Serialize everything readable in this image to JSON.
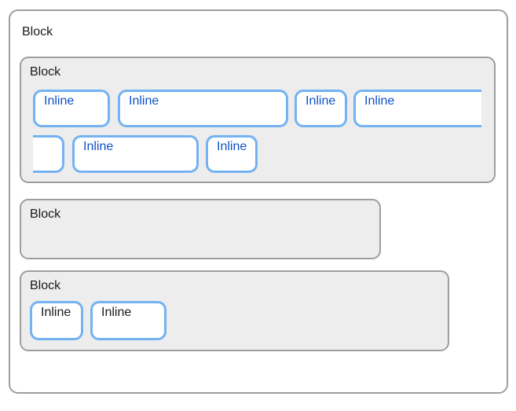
{
  "colors": {
    "outer_border": "#9e9e9e",
    "outer_fill": "#ffffff",
    "block_border": "#9e9e9e",
    "block_fill": "#ededed",
    "inline_border": "#74b2f2",
    "inline_fill": "#ffffff",
    "inline_text_blue": "#0f52c8",
    "label_text": "#1a1a1a"
  },
  "diagram": {
    "outer": {
      "label": "Block"
    },
    "block1": {
      "label": "Block",
      "row1": [
        {
          "label": "Inline"
        },
        {
          "label": "Inline"
        },
        {
          "label": "Inline"
        },
        {
          "label": "Inline",
          "cut": "right"
        }
      ],
      "row2": [
        {
          "label": "",
          "cut": "left"
        },
        {
          "label": "Inline"
        },
        {
          "label": "Inline"
        }
      ]
    },
    "block2": {
      "label": "Block"
    },
    "block3": {
      "label": "Block",
      "inlines": [
        {
          "label": "Inline"
        },
        {
          "label": "Inline"
        }
      ]
    }
  }
}
